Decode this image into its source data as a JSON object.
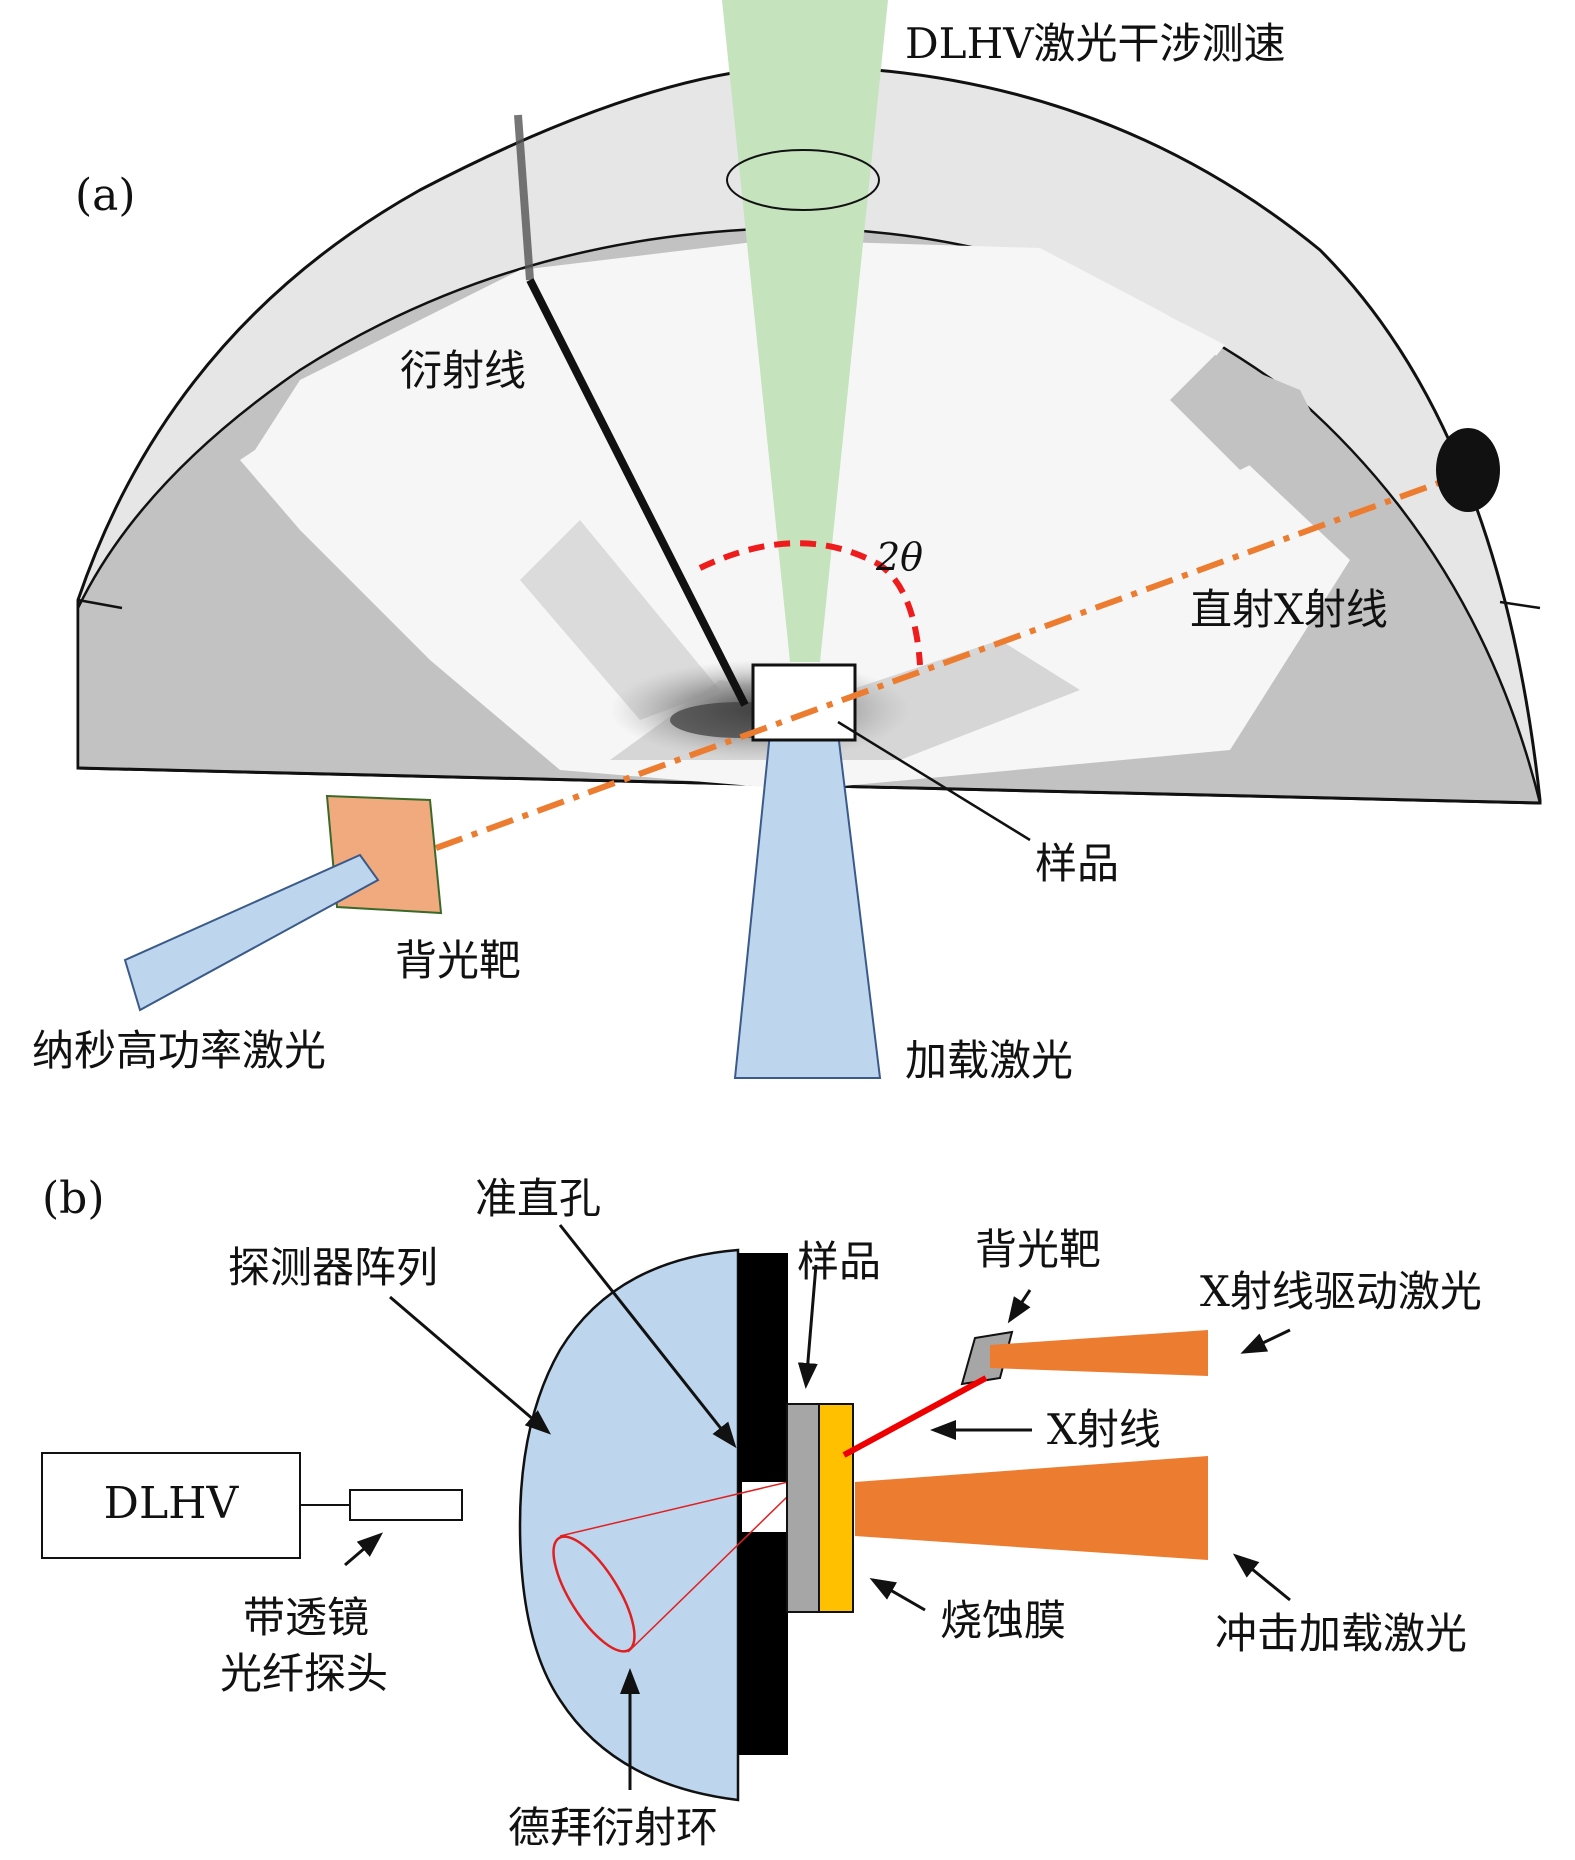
{
  "panel_a": {
    "panel_label": "(a)",
    "labels": {
      "dlhv_velocimetry": "DLHV激光干涉测速",
      "diffraction_line": "衍射线",
      "two_theta": "2θ",
      "direct_xray": "直射X射线",
      "sample": "样品",
      "backlight_target": "背光靶",
      "ns_high_power_laser": "纳秒高功率激光",
      "loading_laser": "加载激光"
    }
  },
  "panel_b": {
    "panel_label": "(b)",
    "labels": {
      "collimator_hole": "准直孔",
      "detector_array": "探测器阵列",
      "sample": "样品",
      "backlight_target": "背光靶",
      "xray_drive_laser": "X射线驱动激光",
      "xray": "X射线",
      "dlhv_box": "DLHV",
      "fiber_probe_line1": "带透镜",
      "fiber_probe_line2": "光纤探头",
      "ablation_film": "烧蚀膜",
      "shock_loading_laser": "冲击加载激光",
      "debye_ring": "德拜衍射环"
    }
  },
  "colors": {
    "chamber_gray": "#c2c2c2",
    "chamber_light": "#e6e6e6",
    "dlhv_beam_green": "#c5e3bd",
    "laser_blue": "#bdd6ee",
    "backlight_orange": "#f0aa7d",
    "drive_laser_orange": "#ec7c30",
    "ablation_yellow": "#ffc000",
    "sample_gray": "#a6a6a6",
    "two_theta_red": "#ee1c1c",
    "direct_beam_orange": "#ec7c30"
  }
}
